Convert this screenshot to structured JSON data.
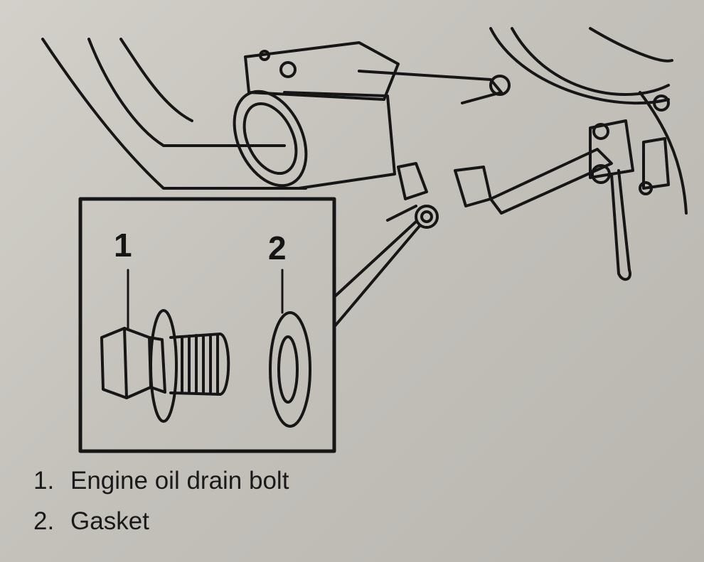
{
  "callouts": {
    "one": "1",
    "two": "2"
  },
  "caption": {
    "items": [
      {
        "number": "1.",
        "text": "Engine oil drain bolt"
      },
      {
        "number": "2.",
        "text": "Gasket"
      }
    ]
  },
  "colors": {
    "ink": "#151515",
    "paper": "#c9c6c0"
  }
}
